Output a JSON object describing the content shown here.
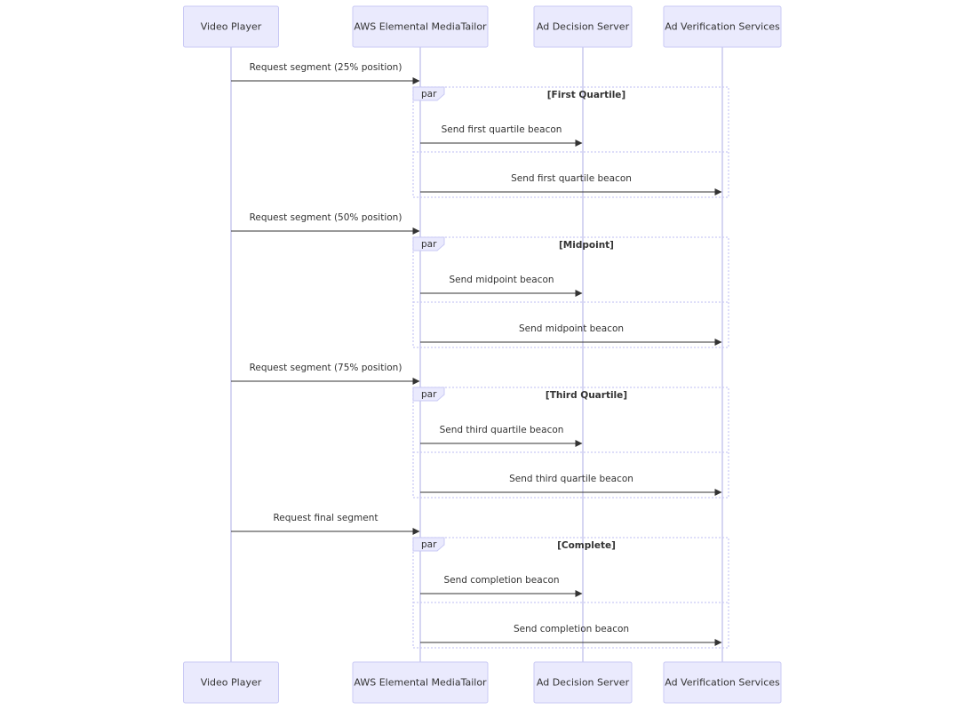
{
  "participants": [
    {
      "id": "vp",
      "label": "Video Player"
    },
    {
      "id": "mt",
      "label": "AWS Elemental MediaTailor"
    },
    {
      "id": "ads",
      "label": "Ad Decision Server"
    },
    {
      "id": "avs",
      "label": "Ad Verification Services"
    }
  ],
  "events": [
    {
      "type": "message",
      "from": "vp",
      "to": "mt",
      "label": "Request segment (25% position)"
    },
    {
      "type": "par",
      "tag": "par",
      "label": "[First Quartile]",
      "messages": [
        {
          "from": "mt",
          "to": "ads",
          "label": "Send first quartile beacon"
        },
        {
          "from": "mt",
          "to": "avs",
          "label": "Send first quartile beacon"
        }
      ]
    },
    {
      "type": "message",
      "from": "vp",
      "to": "mt",
      "label": "Request segment (50% position)"
    },
    {
      "type": "par",
      "tag": "par",
      "label": "[Midpoint]",
      "messages": [
        {
          "from": "mt",
          "to": "ads",
          "label": "Send midpoint beacon"
        },
        {
          "from": "mt",
          "to": "avs",
          "label": "Send midpoint beacon"
        }
      ]
    },
    {
      "type": "message",
      "from": "vp",
      "to": "mt",
      "label": "Request segment (75% position)"
    },
    {
      "type": "par",
      "tag": "par",
      "label": "[Third Quartile]",
      "messages": [
        {
          "from": "mt",
          "to": "ads",
          "label": "Send third quartile beacon"
        },
        {
          "from": "mt",
          "to": "avs",
          "label": "Send third quartile beacon"
        }
      ]
    },
    {
      "type": "message",
      "from": "vp",
      "to": "mt",
      "label": "Request final segment"
    },
    {
      "type": "par",
      "tag": "par",
      "label": "[Complete]",
      "messages": [
        {
          "from": "mt",
          "to": "ads",
          "label": "Send completion beacon"
        },
        {
          "from": "mt",
          "to": "avs",
          "label": "Send completion beacon"
        }
      ]
    }
  ]
}
